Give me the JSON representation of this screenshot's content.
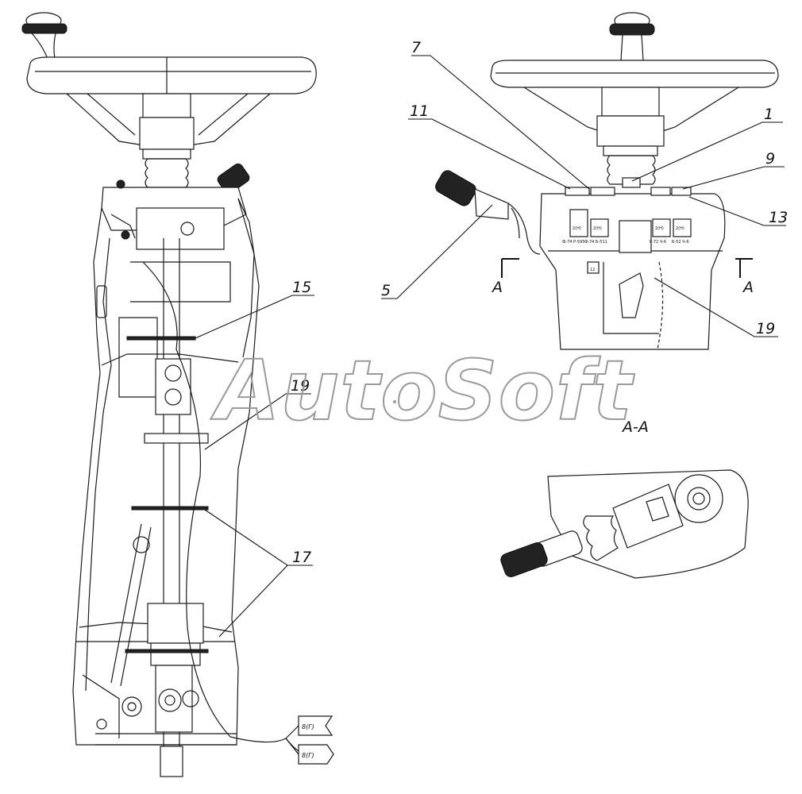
{
  "watermark": "AutoSoft",
  "section_title": "А-А",
  "callouts": {
    "c1": "1",
    "c5": "5",
    "c7": "7",
    "c9": "9",
    "c11": "11",
    "c13": "13",
    "c15": "15",
    "c17": "17",
    "c19_left": "19",
    "c19_right": "19",
    "c12": "12"
  },
  "section_marks": {
    "left": "А",
    "right": "А"
  },
  "connector_tags": {
    "top": "8(Г)",
    "bottom": "8(Г)"
  },
  "switch_labels": {
    "s1": "2(Н)",
    "s2": "2(Н)",
    "s3": "2(Н)",
    "s4": "2(Н)",
    "s1_code": "Ф-74 Р-595",
    "s2_code": "Ф-74 Б-511",
    "s3_code": "Г-72 Ч-6",
    "s4_code": "Б-52 Ч-6"
  },
  "colors": {
    "line": "#1a1a1a",
    "watermark": "#9a9a9a",
    "background": "#ffffff"
  }
}
